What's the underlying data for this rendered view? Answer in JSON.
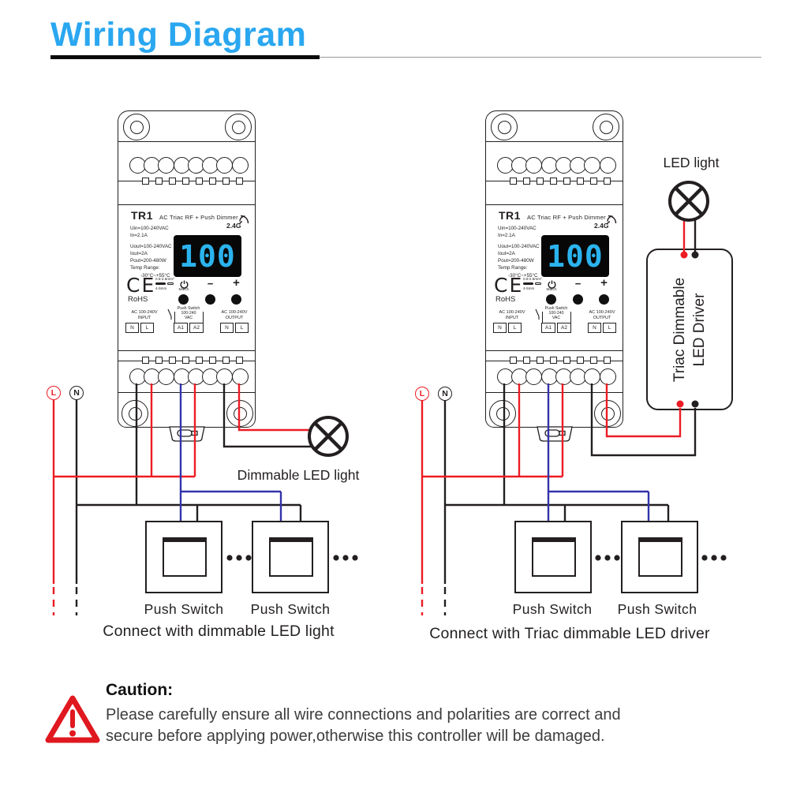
{
  "header": {
    "title": "Wiring Diagram"
  },
  "device": {
    "model": "TR1",
    "product_name": "AC Triac RF + Push Dimmer",
    "rf_band": "2.4G",
    "specs": [
      "Uin=100-240VAC",
      "In=2.1A",
      "Uout=100-240VAC",
      "Iout=2A",
      "Pout=200-480W",
      "Temp Range:",
      "-30°C~+55°C"
    ],
    "display_value": "100",
    "certs": {
      "ce": "CE",
      "rohs": "RoHS"
    },
    "wire_gauge": {
      "top": "0.5-2.5mm²",
      "bottom": "4-5mm"
    },
    "buttons": {
      "match": "Match",
      "minus": "−",
      "plus": "+"
    },
    "ports": {
      "input": {
        "line1": "AC 100-240V",
        "line2": "INPUT",
        "t1": "N",
        "t2": "L"
      },
      "push": {
        "line1": "Push Switch",
        "line2": "100-240",
        "line3": "VAC",
        "t1": "A1",
        "t2": "A2"
      },
      "output": {
        "line1": "AC 100-240V",
        "line2": "OUTPUT",
        "t1": "N",
        "t2": "L"
      }
    }
  },
  "left_diagram": {
    "live_label": "L",
    "neutral_label": "N",
    "lamp_label": "Dimmable LED light",
    "switch1_label": "Push Switch",
    "switch2_label": "Push Switch",
    "caption": "Connect with dimmable LED light"
  },
  "right_diagram": {
    "live_label": "L",
    "neutral_label": "N",
    "lamp_label": "LED light",
    "driver_line1": "Triac Dimmable",
    "driver_line2": "LED Driver",
    "switch1_label": "Push Switch",
    "switch2_label": "Push Switch",
    "caption": "Connect with Triac dimmable LED driver"
  },
  "caution": {
    "title": "Caution:",
    "line1": "Please carefully ensure all wire connections and polarities are correct and",
    "line2": "secure before applying power,otherwise this controller will be damaged."
  },
  "colors": {
    "title_blue": "#2aa7f0",
    "display_digit_blue": "#2bb3ee",
    "wire_red": "#ec1c24",
    "wire_blue": "#3333aa",
    "wire_black": "#231f20",
    "caution_red": "#e0181f"
  }
}
